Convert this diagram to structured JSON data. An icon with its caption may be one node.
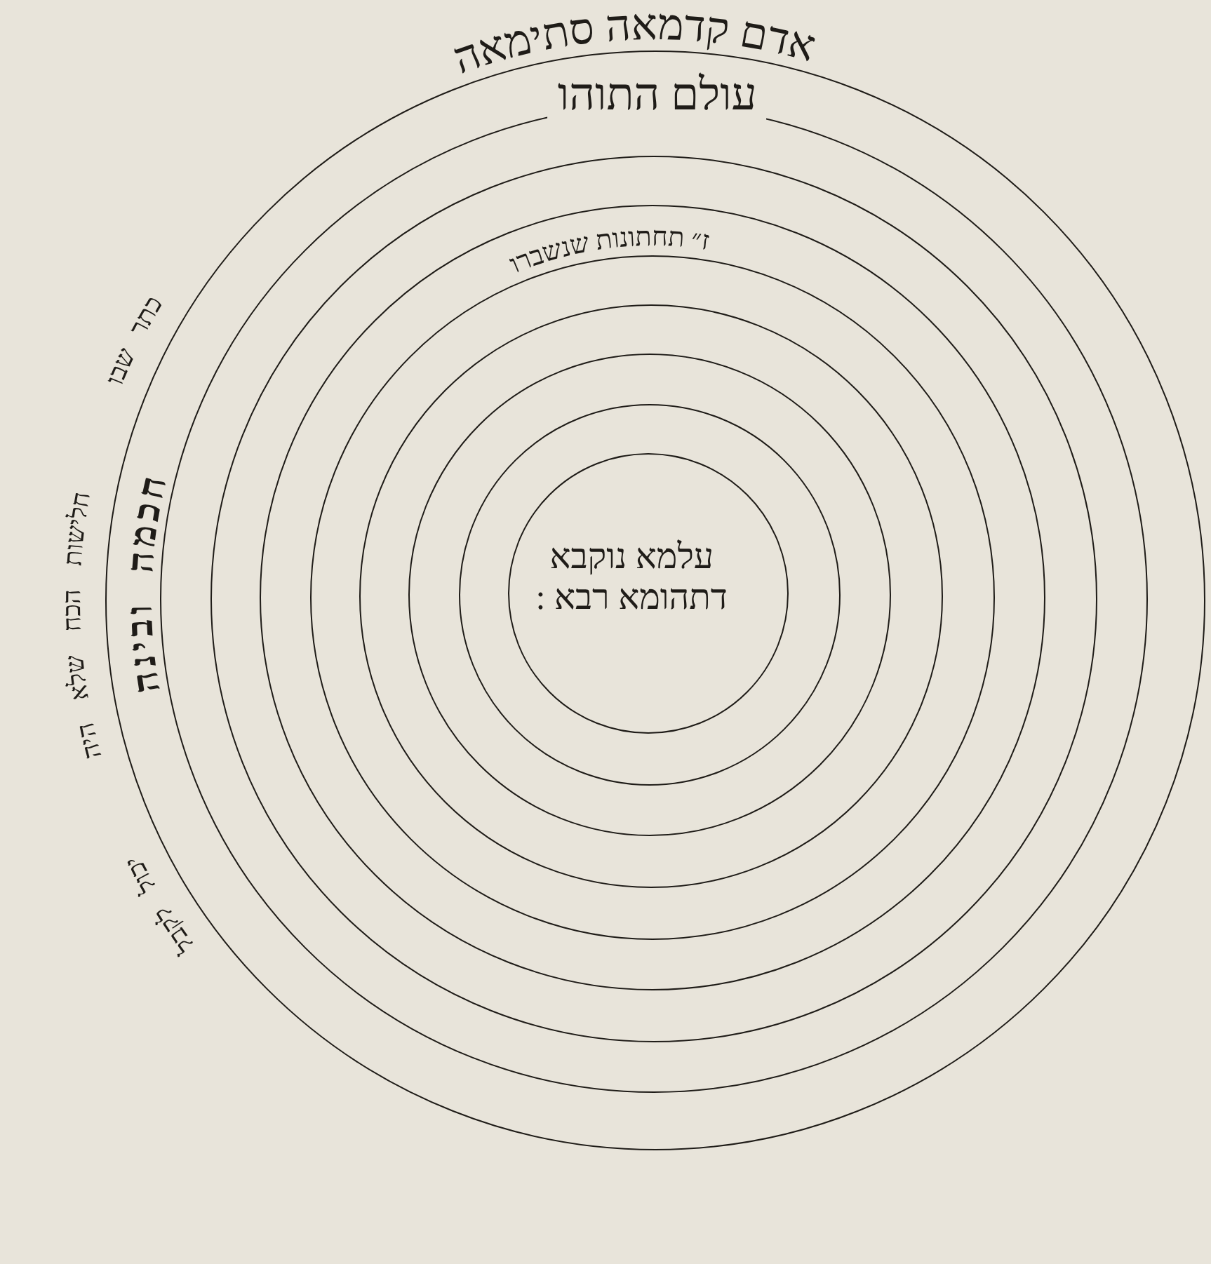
{
  "diagram": {
    "nodes": [
      {
        "text": [
          "אדם קדמאה סתימאה"
        ]
      },
      {
        "text": [
          "עולם התוהו"
        ],
        "in": 0
      },
      {
        "text": [],
        "shape": "circle",
        "in": 1
      },
      {
        "text": [
          "ז״ תחתונות שנשברו"
        ],
        "in": 2
      },
      {
        "text": [],
        "shape": "circle",
        "in": 3
      },
      {
        "text": [],
        "shape": "circle",
        "in": 4
      },
      {
        "text": [],
        "shape": "circle",
        "in": 5
      },
      {
        "text": [],
        "shape": "circle",
        "in": 6
      },
      {
        "text": [
          "עלמא נוקבא דתהומא רבא :"
        ],
        "in": 7
      }
    ],
    "labels": [
      "כתר שבו",
      "חלישות הכח שלא היה",
      "יכול לקבל",
      "חכמה ובינה"
    ]
  }
}
